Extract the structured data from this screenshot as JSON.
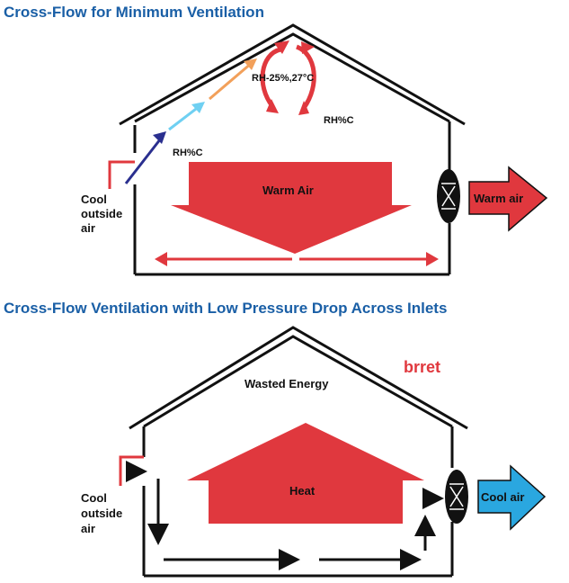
{
  "top_panel": {
    "title": "Cross-Flow for Minimum Ventilation",
    "inlet_label_1": "Cool",
    "inlet_label_2": "outside",
    "inlet_label_3": "air",
    "rh_top": "RH-25%,27°C",
    "rh_right": "RH%C",
    "rh_left": "RH%C",
    "warm_air_inside": "Warm Air",
    "exhaust_label": "Warm air"
  },
  "bottom_panel": {
    "title": "Cross-Flow Ventilation with Low Pressure Drop Across Inlets",
    "badge": "brret",
    "wasted_energy": "Wasted Energy",
    "heat_label": "Heat",
    "inlet_label_1": "Cool",
    "inlet_label_2": "outside",
    "inlet_label_3": "air",
    "exhaust_label": "Cool air"
  },
  "colors": {
    "title": "#1a5fa6",
    "red": "#e0383e",
    "badge_red": "#e0383e",
    "cool_blue": "#2aa7e0",
    "arrow_navy": "#2a2f8f",
    "arrow_light_blue": "#6fd0f2",
    "arrow_orange": "#f2a05a",
    "fan": "#111111"
  }
}
